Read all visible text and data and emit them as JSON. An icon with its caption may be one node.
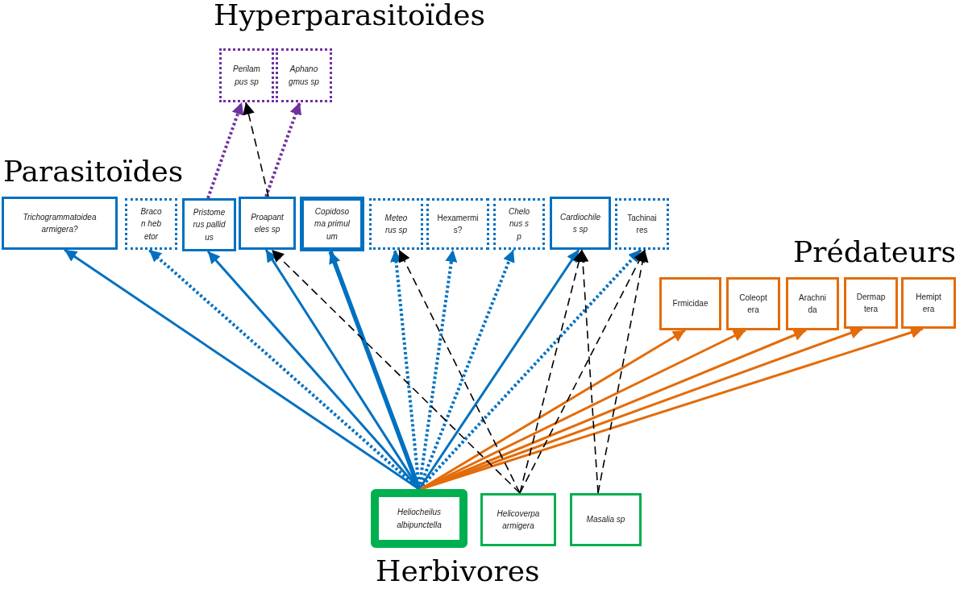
{
  "diagram": {
    "nodes": [
      {
        "text": [
          "Perilampus sp"
        ]
      },
      {
        "text": [
          "Aphanogmus sp"
        ]
      },
      {
        "text": [
          "Trichogrammatoidea armigera?"
        ]
      },
      {
        "text": [
          "Bracon hebetor"
        ]
      },
      {
        "text": [
          "Pristomerus pallidus"
        ]
      },
      {
        "text": [
          "Proapanteles sp"
        ]
      },
      {
        "text": [
          "Copidosoma primulum"
        ]
      },
      {
        "text": [
          "Meteorus sp"
        ]
      },
      {
        "text": [
          "Hexamermis?"
        ]
      },
      {
        "text": [
          "Chelonus sp"
        ]
      },
      {
        "text": [
          "Cardiochiles sp"
        ]
      },
      {
        "text": [
          "Tachinaires"
        ]
      },
      {
        "text": [
          "Frmicidae"
        ]
      },
      {
        "text": [
          "Coleoptera"
        ]
      },
      {
        "text": [
          "Arachnida"
        ]
      },
      {
        "text": [
          "Dermaptera"
        ]
      },
      {
        "text": [
          "Hemiptera"
        ]
      },
      {
        "text": [
          "Heliocheilus albipunctella"
        ]
      },
      {
        "text": [
          "Helicoverpa armigera"
        ]
      },
      {
        "text": [
          "Masalia sp"
        ]
      }
    ],
    "edges": [
      {
        "from": 17,
        "to": 2,
        "arrow": "to"
      },
      {
        "from": 17,
        "to": 3,
        "arrow": "to",
        "style": "dashed"
      },
      {
        "from": 17,
        "to": 4,
        "arrow": "to"
      },
      {
        "from": 17,
        "to": 5,
        "arrow": "to"
      },
      {
        "from": 17,
        "to": 6,
        "arrow": "to",
        "style": "thick"
      },
      {
        "from": 17,
        "to": 7,
        "arrow": "to",
        "style": "dashed"
      },
      {
        "from": 17,
        "to": 8,
        "arrow": "to",
        "style": "dashed"
      },
      {
        "from": 17,
        "to": 9,
        "arrow": "to",
        "style": "dashed"
      },
      {
        "from": 17,
        "to": 10,
        "arrow": "to"
      },
      {
        "from": 17,
        "to": 11,
        "arrow": "to",
        "style": "dashed"
      },
      {
        "from": 17,
        "to": 12,
        "arrow": "to",
        "color": "#e36c0a"
      },
      {
        "from": 17,
        "to": 13,
        "arrow": "to",
        "color": "#e36c0a"
      },
      {
        "from": 17,
        "to": 14,
        "arrow": "to",
        "color": "#e36c0a"
      },
      {
        "from": 17,
        "to": 15,
        "arrow": "to",
        "color": "#e36c0a"
      },
      {
        "from": 17,
        "to": 16,
        "arrow": "to",
        "color": "#e36c0a"
      },
      {
        "from": 18,
        "to": 5,
        "arrow": "to",
        "style": "dashed",
        "color": "#000000"
      },
      {
        "from": 18,
        "to": 7,
        "arrow": "to",
        "style": "dashed",
        "color": "#000000"
      },
      {
        "from": 18,
        "to": 10,
        "arrow": "to",
        "style": "dashed",
        "color": "#000000"
      },
      {
        "from": 18,
        "to": 11,
        "arrow": "to",
        "style": "dashed",
        "color": "#000000"
      },
      {
        "from": 19,
        "to": 10,
        "arrow": "to",
        "style": "dashed",
        "color": "#000000"
      },
      {
        "from": 19,
        "to": 11,
        "arrow": "to",
        "style": "dashed",
        "color": "#000000"
      },
      {
        "from": 4,
        "to": 0,
        "arrow": "to",
        "style": "dashed",
        "color": "#7030a0"
      },
      {
        "from": 5,
        "to": 1,
        "arrow": "to",
        "style": "dashed",
        "color": "#7030a0"
      },
      {
        "from": 5,
        "to": 0,
        "arrow": "to",
        "style": "dashed",
        "color": "#000000"
      }
    ],
    "labels": [
      "Hyperparasitoïdes",
      "Parasitoïdes",
      "Prédateurs",
      "Herbivores"
    ]
  }
}
